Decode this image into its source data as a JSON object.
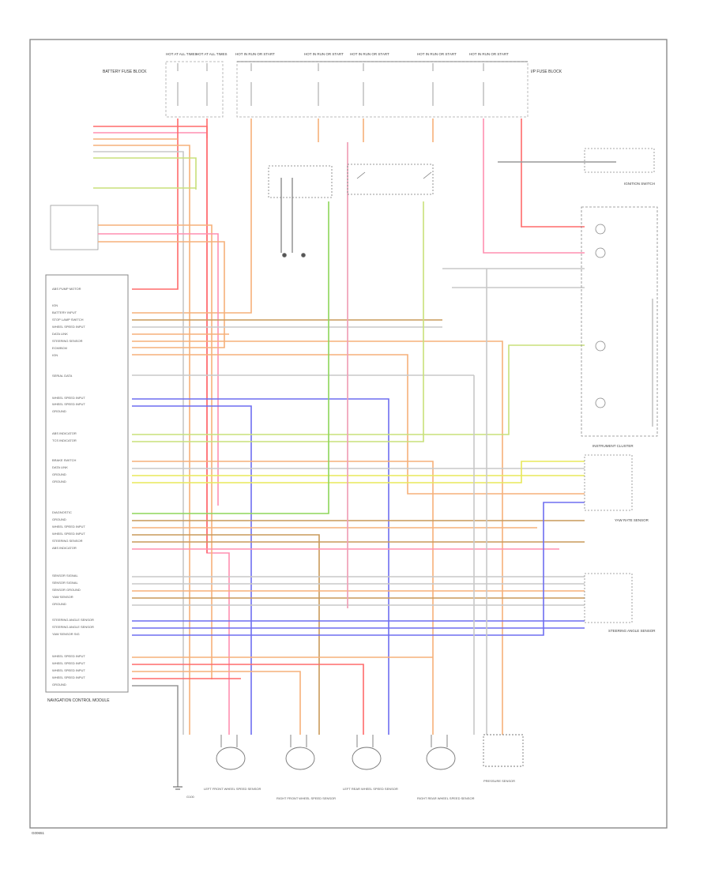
{
  "diagram": {
    "footer_code": "G00651",
    "top_fuse_labels": [
      "HOT AT ALL TIMES",
      "HOT AT ALL TIMES",
      "HOT IN RUN OR START",
      "HOT IN RUN OR START",
      "HOT IN RUN OR START",
      "HOT IN RUN OR START",
      "HOT IN RUN OR START"
    ],
    "fuse_box_left_label": "BATTERY FUSE BLOCK",
    "fuse_box_right_label": "I/P FUSE BLOCK",
    "ecu_box_label": "NAVIGATION CONTROL MODULE",
    "ecu_pins": [
      "ABS PUMP MOTOR",
      "IGN",
      "BATTERY INPUT",
      "STOP LAMP SWITCH",
      "WHEEL SPEED INPUT",
      "DATA LINK",
      "STEERING SENSOR",
      "ECM/BCM",
      "IGN",
      "SERIAL DATA",
      "WHEEL SPEED INPUT",
      "WHEEL SPEED INPUT",
      "GROUND",
      "ABS INDICATOR",
      "TCS INDICATOR",
      "BRAKE SWITCH",
      "DATA LINK",
      "GROUND",
      "GROUND",
      "DIAGNOSTIC",
      "GROUND",
      "WHEEL SPEED INPUT",
      "WHEEL SPEED INPUT",
      "STEERING SENSOR",
      "ABS INDICATOR",
      "SENSOR SIGNAL",
      "SENSOR SIGNAL",
      "SENSOR GROUND",
      "YAW SENSOR",
      "GROUND",
      "STEERING ANGLE SENSOR",
      "STEERING ANGLE SENSOR",
      "YAW SENSOR SIG",
      "WHEEL SPEED INPUT",
      "WHEEL SPEED INPUT",
      "WHEEL SPEED INPUT",
      "WHEEL SPEED INPUT",
      "GROUND"
    ],
    "right_components": [
      "IGNITION SWITCH",
      "INSTRUMENT CLUSTER",
      "YAW RATE SENSOR",
      "STEERING ANGLE SENSOR"
    ],
    "wheel_sensors": [
      "LEFT FRONT WHEEL SPEED SENSOR",
      "RIGHT FRONT WHEEL SPEED SENSOR",
      "LEFT REAR WHEEL SPEED SENSOR",
      "RIGHT REAR WHEEL SPEED SENSOR",
      "PRESSURE SENSOR"
    ],
    "bottom_ground": "G100",
    "colors": {
      "red": "#ff6b6b",
      "pink": "#ff8fb0",
      "orange": "#f6b07a",
      "brown": "#c99a5a",
      "yellow": "#e8e85a",
      "green": "#8ed65a",
      "blue": "#6e6ef0",
      "lightblue": "#9fb7f0",
      "gray": "#c8c8c8",
      "black": "#333333",
      "frame": "#8a8a8a"
    }
  }
}
